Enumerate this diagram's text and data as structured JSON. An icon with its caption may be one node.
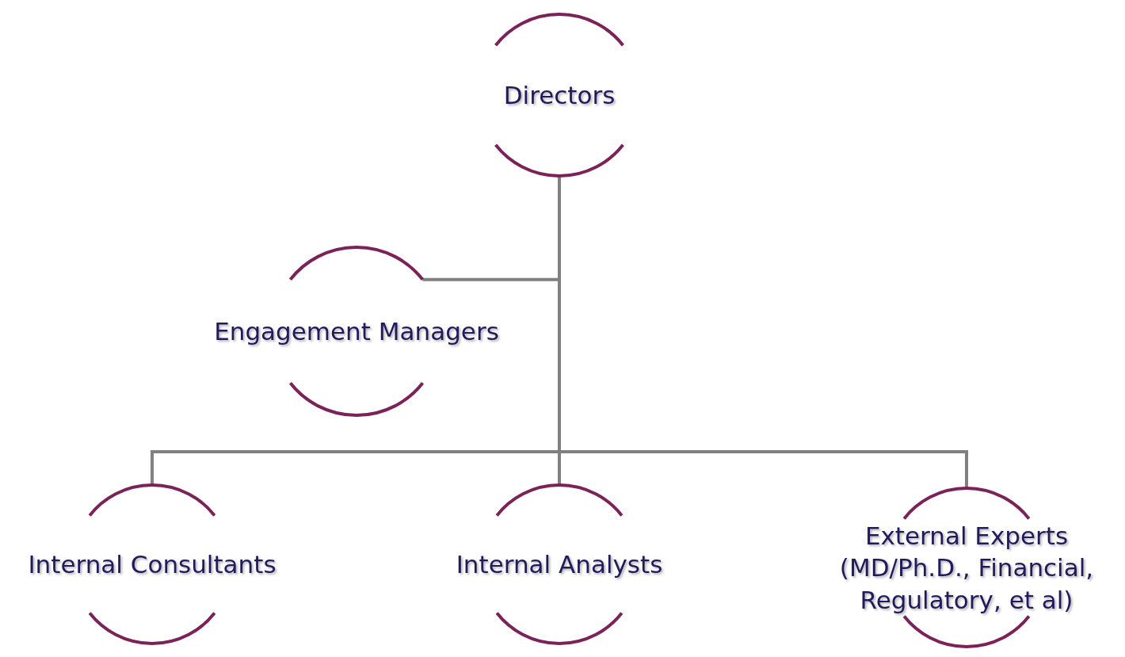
{
  "diagram": {
    "nodes": [
      {
        "text": [
          "Directors"
        ]
      },
      {
        "text": [
          "Engagement Managers"
        ]
      },
      {
        "text": [
          "Internal Consultants"
        ]
      },
      {
        "text": [
          "Internal Analysts"
        ]
      },
      {
        "text": [
          "External Experts (MD/Ph.D., Financial, Regulatory, et al)"
        ]
      }
    ],
    "edges": [
      {
        "from": 0,
        "to": 1,
        "arrow": "none"
      },
      {
        "from": 0,
        "to": 2,
        "arrow": "none"
      },
      {
        "from": 0,
        "to": 3,
        "arrow": "none"
      },
      {
        "from": 0,
        "to": 4,
        "arrow": "none"
      }
    ]
  }
}
